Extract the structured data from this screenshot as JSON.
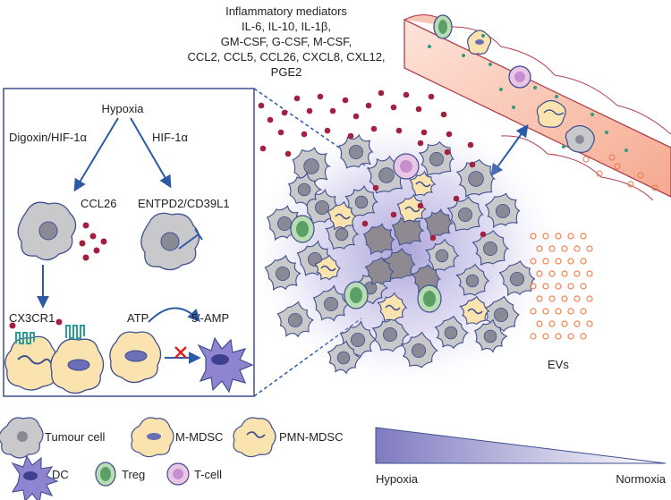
{
  "mediators": {
    "title": "Inflammatory mediators",
    "lines": [
      "IL-6, IL-10, IL-1β,",
      "GM-CSF, G-CSF, M-CSF,",
      "CCL2, CCL5, CCL26, CXCL8, CXL12,",
      "PGE2"
    ]
  },
  "inset": {
    "hypoxia": "Hypoxia",
    "left_arrow_label": "Digoxin/HIF-1α",
    "right_arrow_label": "HIF-1α",
    "ccl26": "CCL26",
    "entpd2": "ENTPD2/CD39L1",
    "cx3cr1": "CX3CR1",
    "atp": "ATP",
    "amp": "5′-AMP"
  },
  "evs_label": "EVs",
  "legend": {
    "tumour": "Tumour cell",
    "mmdsc": "M-MDSC",
    "pmn": "PMN-MDSC",
    "dc": "DC",
    "treg": "Treg",
    "tcell": "T-cell"
  },
  "gradient": {
    "left": "Hypoxia",
    "right": "Normoxia"
  },
  "colors": {
    "tumour_fill": "#c9c9cc",
    "tumour_nucleus": "#8a8a96",
    "hypoxic_tumour": "#8f8a92",
    "mdsc_fill": "#fbe3b0",
    "treg_fill": "#b9dcb5",
    "tcell_fill": "#e9c6e6",
    "dc_fill": "#8e84cf",
    "mediator_dot": "#a3203f",
    "ev_dot": "#f2814b",
    "vessel": "#f6b9a3",
    "outline": "#3f4f8f",
    "arrow": "#2d5aa6",
    "inhibit_x": "#e02020",
    "gradient_dark": "#8a86c6"
  }
}
